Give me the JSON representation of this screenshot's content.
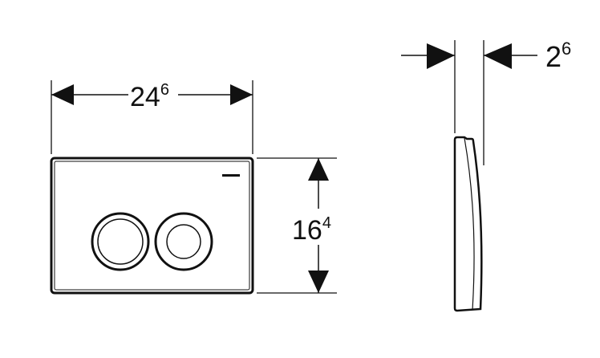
{
  "dimensions": {
    "width": {
      "main": "24",
      "sup": "6"
    },
    "height": {
      "main": "16",
      "sup": "4"
    },
    "depth": {
      "main": "2",
      "sup": "6"
    }
  },
  "colors": {
    "line": "#111111",
    "background": "#ffffff"
  }
}
